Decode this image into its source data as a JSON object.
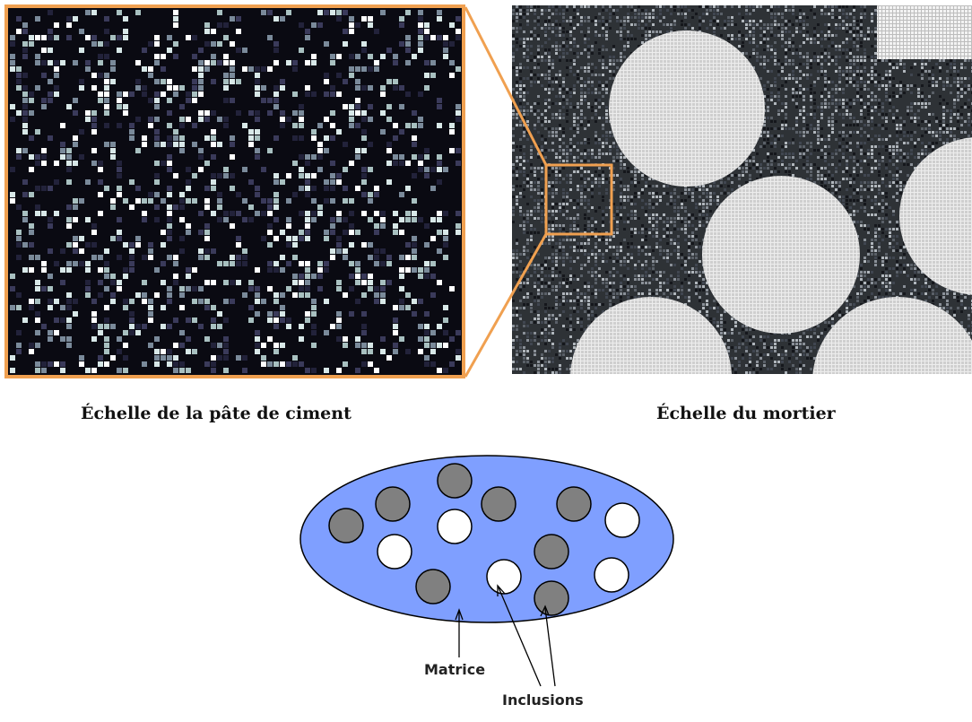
{
  "captions": {
    "cement_paste": "Échelle de la pâte de ciment",
    "mortar": "Échelle du mortier"
  },
  "diagram": {
    "matrix_label": "Matrice",
    "inclusions_label": "Inclusions"
  },
  "colors": {
    "highlight_orange": "#F0A050",
    "matrix_blue": "#7F9FFF",
    "inclusion_gray": "#808080",
    "inclusion_white": "#FFFFFF",
    "aggregate_gray": "#C8C8C8",
    "paste_dark": "#0A0A12"
  }
}
